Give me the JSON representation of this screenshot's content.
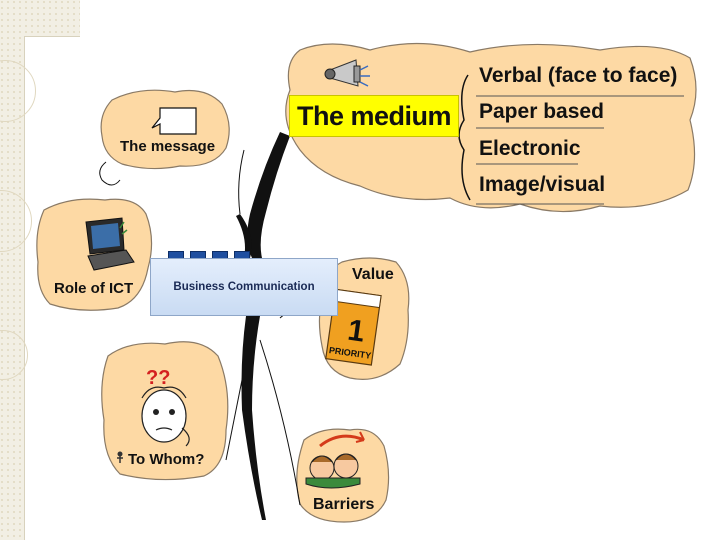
{
  "center": {
    "label": "Business Communication"
  },
  "medium": {
    "title": "The medium",
    "items": [
      "Verbal (face to face)",
      "Paper based",
      "Electronic",
      "Image/visual"
    ]
  },
  "branches": {
    "message": "The message",
    "ict": "Role of ICT",
    "whom": "To Whom?",
    "value": "Value",
    "barriers": "Barriers"
  },
  "icons": {
    "megaphone": "megaphone-icon",
    "laptop": "laptop-icon",
    "confused": "confused-person-icon",
    "priority": "priority-calendar-icon",
    "people": "people-icon",
    "note": "note-icon"
  },
  "priority_text": {
    "number": "1",
    "word": "PRIORITY"
  },
  "confused_marks": "??",
  "colors": {
    "cloud_fill": "#fdd9a4",
    "cloud_stroke": "#8a7a66",
    "highlight": "#ffff00",
    "central_fill": "#d4e2f6",
    "tab_blue": "#1f4fa0",
    "trunk": "#111111"
  }
}
